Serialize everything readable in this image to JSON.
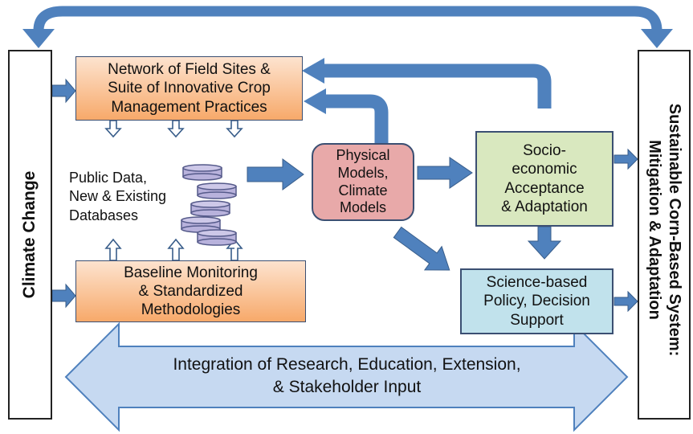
{
  "left_panel": {
    "label": "Climate Change"
  },
  "right_panel": {
    "lines": [
      "Sustainable Corn-Based System:",
      "Mitigation & Adaptation"
    ]
  },
  "field_sites": {
    "lines": [
      "Network of Field Sites &",
      "Suite of Innovative Crop",
      "Management Practices"
    ]
  },
  "baseline": {
    "lines": [
      "Baseline Monitoring",
      "& Standardized",
      "Methodologies"
    ]
  },
  "databases": {
    "lines": [
      "Public Data,",
      "New & Existing",
      "Databases"
    ],
    "icon": "database-stack-icon"
  },
  "models": {
    "lines": [
      "Physical",
      "Models,",
      "Climate",
      "Models"
    ]
  },
  "socio": {
    "lines": [
      "Socio-",
      "economic",
      "Acceptance",
      "& Adaptation"
    ]
  },
  "policy": {
    "lines": [
      "Science-based",
      "Policy, Decision",
      "Support"
    ]
  },
  "integration": {
    "lines": [
      "Integration of Research, Education, Extension,",
      "& Stakeholder Input"
    ]
  },
  "colors": {
    "arrow_fill": "#4f81bd",
    "arrow_stroke": "#385d8a",
    "orange_box": "#f9b27a",
    "pink_box": "#e8a9a9",
    "green_box": "#d9e8bf",
    "blue_box": "#c1e2ec",
    "band": "#c6d9f1"
  }
}
